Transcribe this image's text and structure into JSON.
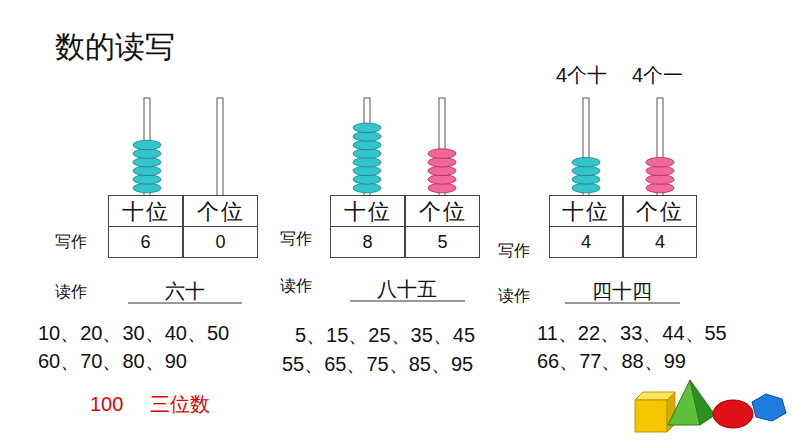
{
  "diagram": {
    "title": "数的读写",
    "nodes": [
      {
        "text": [
          "十位"
        ]
      },
      {
        "text": [
          "个位"
        ]
      },
      {
        "text": [
          "十位"
        ]
      },
      {
        "text": [
          "个位"
        ]
      },
      {
        "text": [
          "十位"
        ]
      },
      {
        "text": [
          "个位"
        ]
      },
      {
        "text": [
          "6"
        ]
      },
      {
        "text": [
          "0"
        ]
      },
      {
        "text": [
          "8"
        ]
      },
      {
        "text": [
          "5"
        ]
      },
      {
        "text": [
          "4"
        ]
      },
      {
        "text": [
          "4"
        ]
      }
    ],
    "labels": [
      "写作",
      "写作",
      "写作",
      "读作",
      "读作",
      "读作",
      "六十",
      "八十五",
      "四十四",
      "10、20、30、40、50",
      "60、70、80、90",
      "5、15、25、35、45",
      "55、65、75、85、95",
      "11、22、33、44、55",
      "66、77、88、99",
      "100",
      "三位数",
      "4个十",
      "4个一"
    ]
  }
}
